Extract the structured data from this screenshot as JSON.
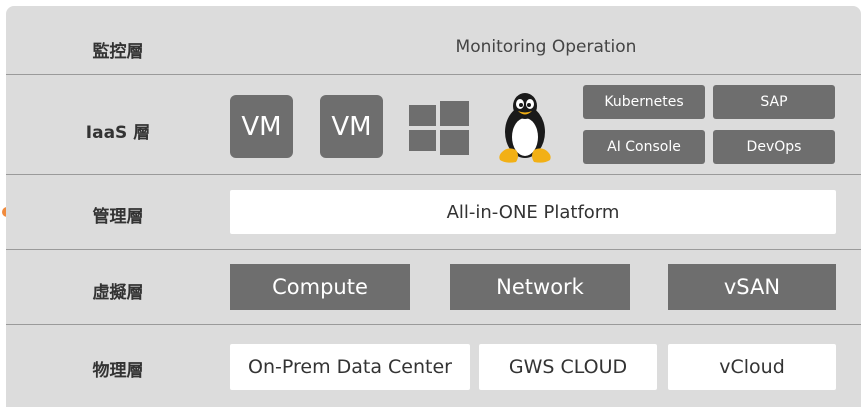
{
  "layers": {
    "monitoring": {
      "label": "監控層",
      "content": "Monitoring Operation"
    },
    "iaas": {
      "label": "IaaS 層",
      "vm_tiles": [
        "VM",
        "VM"
      ],
      "icons": [
        "windows-icon",
        "linux-tux-icon"
      ],
      "chips": [
        "Kubernetes",
        "SAP",
        "AI Console",
        "DevOps"
      ]
    },
    "management": {
      "label": "管理層",
      "content": "All-in-ONE Platform"
    },
    "virtualization": {
      "label": "虛擬層",
      "items": [
        "Compute",
        "Network",
        "vSAN"
      ]
    },
    "physical": {
      "label": "物理層",
      "items": [
        "On-Prem Data Center",
        "GWS CLOUD",
        "vCloud"
      ]
    }
  },
  "colors": {
    "panel": "#dcdcdc",
    "dark_tile": "#6e6e6e",
    "accent_dot": "#f08a3c",
    "divider": "#9a9a9a"
  }
}
